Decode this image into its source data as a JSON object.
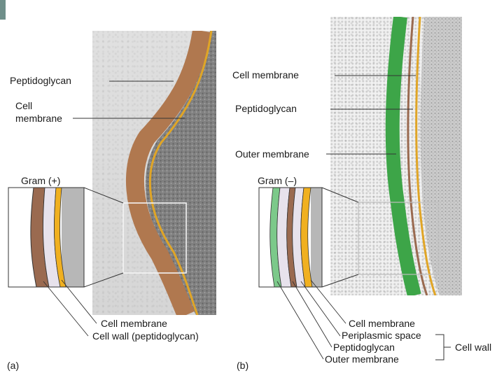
{
  "panel_a": {
    "tag": "(a)",
    "gram_label": "Gram (+)",
    "peptidoglycan_label": "Peptidoglycan",
    "cell_membrane_line1": "Cell",
    "cell_membrane_line2": "membrane",
    "bottom_cell_membrane": "Cell membrane",
    "bottom_cell_wall": "Cell wall (peptidoglycan)"
  },
  "panel_b": {
    "tag": "(b)",
    "gram_label": "Gram (–)",
    "cell_membrane_label": "Cell membrane",
    "peptidoglycan_label": "Peptidoglycan",
    "outer_membrane_label": "Outer membrane",
    "bottom_cell_membrane": "Cell membrane",
    "bottom_periplasmic": "Periplasmic space",
    "bottom_peptidoglycan": "Peptidoglycan",
    "bottom_outer_membrane": "Outer membrane",
    "bracket_label": "Cell wall"
  },
  "colors": {
    "peptidoglycan": "#9a6a50",
    "membrane": "#f0b020",
    "outer_membrane": "#7cc98a",
    "periplasm": "#e7e2ec",
    "cytoplasm": "#b7b7b7",
    "micrograph_wall": "#b0784f",
    "micrograph_green": "#3da548"
  }
}
